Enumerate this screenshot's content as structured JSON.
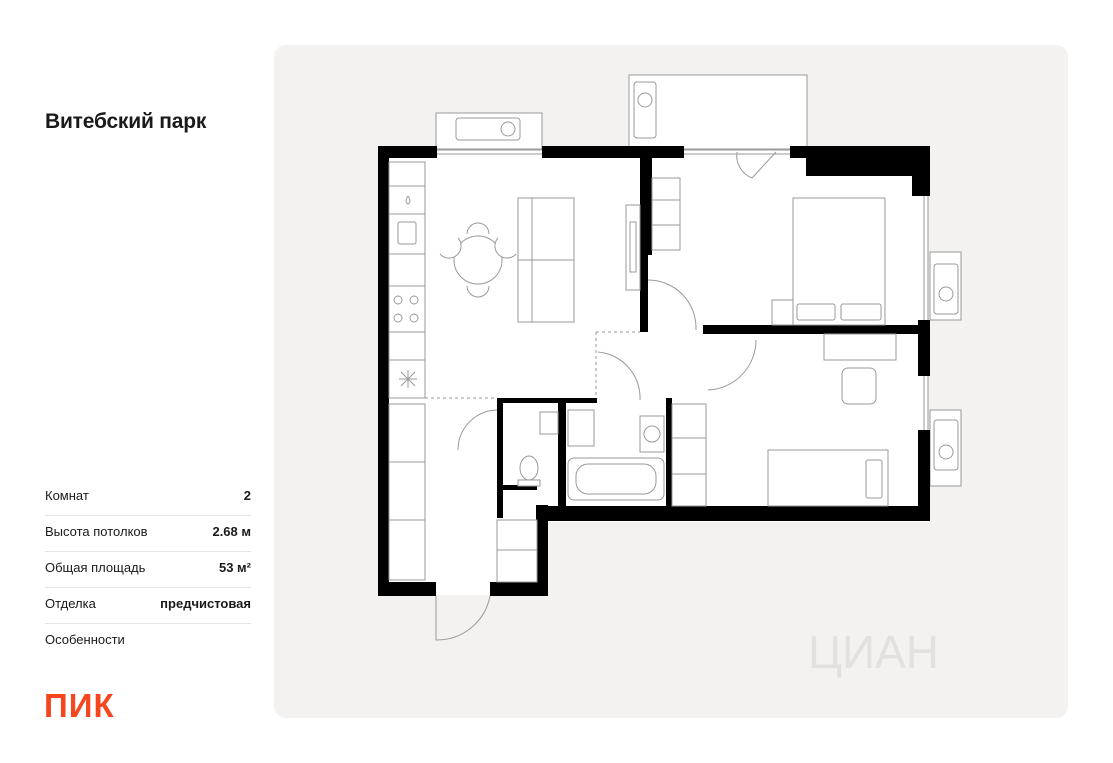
{
  "project": {
    "title": "Витебский парк"
  },
  "specs": [
    {
      "label": "Комнат",
      "value": "2"
    },
    {
      "label": "Высота потолков",
      "value": "2.68 м"
    },
    {
      "label": "Общая площадь",
      "value": "53 м²"
    },
    {
      "label": "Отделка",
      "value": "предчистовая"
    },
    {
      "label": "Особенности",
      "value": ""
    }
  ],
  "brand": {
    "logo_text": "ПИК",
    "logo_color": "#f5461e"
  },
  "watermark": {
    "text": "ЦИАН"
  },
  "colors": {
    "wall": "#000000",
    "floor": "#ffffff",
    "fixture": "#9a9a9a",
    "panel_bg": "#f3f2f0"
  }
}
